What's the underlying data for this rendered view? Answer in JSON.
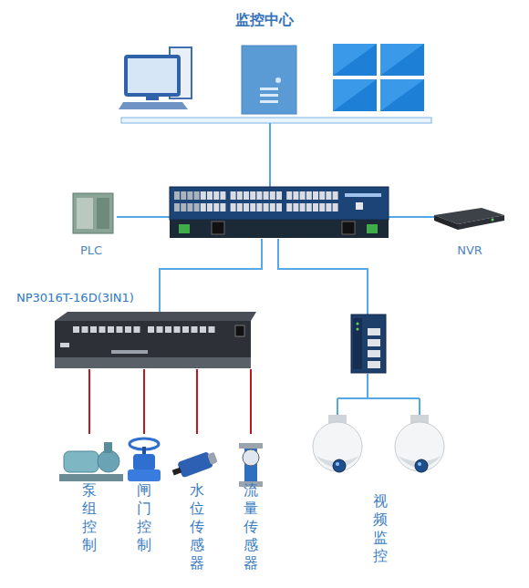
{
  "diagram": {
    "title": "监控中心",
    "nodes": [
      {
        "text": [
          "PLC"
        ]
      },
      {
        "text": [
          "NVR"
        ]
      },
      {
        "text": [
          "NP3016T-16D(3IN1)"
        ]
      },
      {
        "text": [
          "泵组控制"
        ]
      },
      {
        "text": [
          "闸门控制"
        ]
      },
      {
        "text": [
          "水位传感器"
        ]
      },
      {
        "text": [
          "流量传感器"
        ]
      },
      {
        "text": [
          "视频监控"
        ]
      }
    ],
    "edges": [
      {
        "from": 2,
        "to": 3,
        "arrow": "none"
      },
      {
        "from": 2,
        "to": 4,
        "arrow": "none"
      },
      {
        "from": 2,
        "to": 5,
        "arrow": "none"
      },
      {
        "from": 2,
        "to": 6,
        "arrow": "none"
      }
    ]
  }
}
